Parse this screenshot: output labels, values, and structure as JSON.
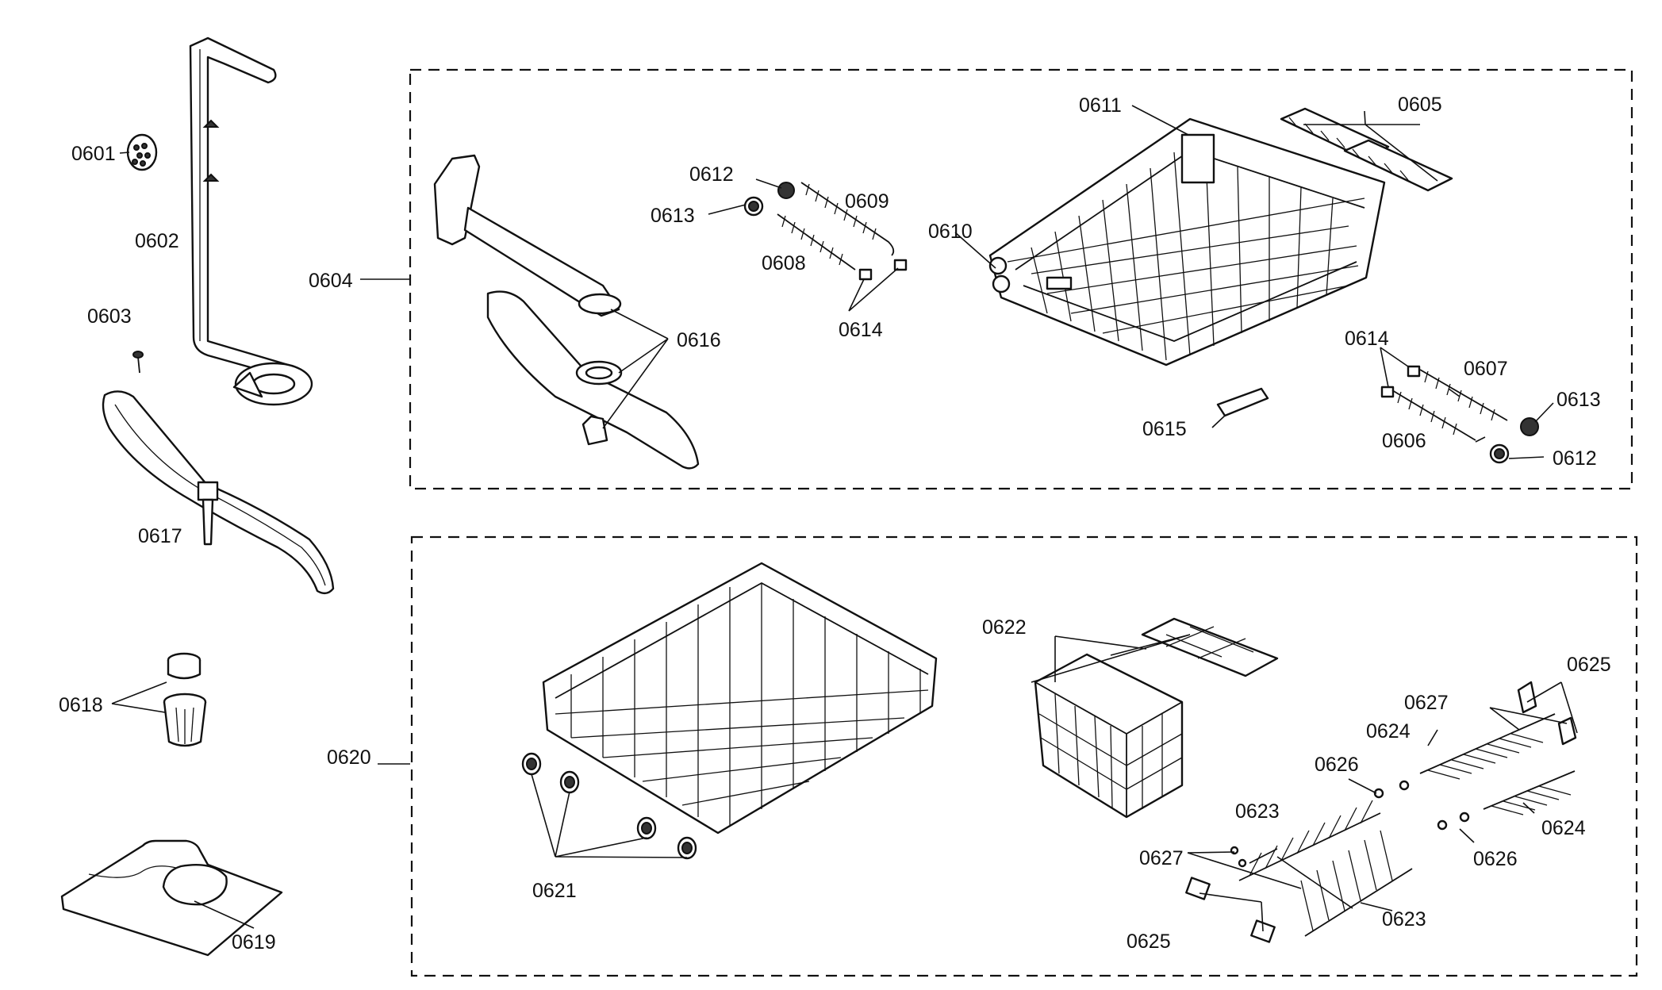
{
  "callouts": {
    "c0601": "0601",
    "c0602": "0602",
    "c0603": "0603",
    "c0604": "0604",
    "c0605": "0605",
    "c0606": "0606",
    "c0607": "0607",
    "c0608": "0608",
    "c0609": "0609",
    "c0610": "0610",
    "c0611": "0611",
    "c0612a": "0612",
    "c0612b": "0612",
    "c0613a": "0613",
    "c0613b": "0613",
    "c0614a": "0614",
    "c0614b": "0614",
    "c0615": "0615",
    "c0616": "0616",
    "c0617": "0617",
    "c0618": "0618",
    "c0619": "0619",
    "c0620": "0620",
    "c0621": "0621",
    "c0622": "0622",
    "c0623a": "0623",
    "c0623b": "0623",
    "c0624a": "0624",
    "c0624b": "0624",
    "c0625a": "0625",
    "c0625b": "0625",
    "c0626a": "0626",
    "c0626b": "0626",
    "c0627a": "0627",
    "c0627b": "0627"
  }
}
